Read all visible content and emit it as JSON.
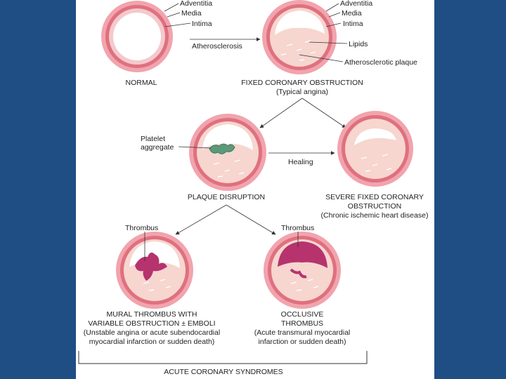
{
  "colors": {
    "background": "#1f4e85",
    "panel": "#ffffff",
    "adventitia": "#f1a4ad",
    "media": "#e0707f",
    "intima": "#f4c9cc",
    "plaque": "#f6d6cf",
    "thrombus": "#b6336e",
    "platelet": "#5a9a7a",
    "text": "#222222"
  },
  "labels": {
    "adventitia": "Adventitia",
    "media": "Media",
    "intima": "Intima",
    "lipids": "Lipids",
    "plaque": "Atherosclerotic plaque",
    "atherosclerosis": "Atherosclerosis",
    "platelet_line1": "Platelet",
    "platelet_line2": "aggregate",
    "healing": "Healing",
    "thrombus": "Thrombus"
  },
  "captions": {
    "normal": "NORMAL",
    "fixed_line1": "FIXED CORONARY OBSTRUCTION",
    "fixed_line2": "(Typical angina)",
    "disruption": "PLAQUE DISRUPTION",
    "severe_line1": "SEVERE FIXED CORONARY",
    "severe_line2": "OBSTRUCTION",
    "severe_line3": "(Chronic ischemic heart disease)",
    "mural_line1": "MURAL THROMBUS WITH",
    "mural_line2": "VARIABLE OBSTRUCTION ± EMBOLI",
    "mural_line3": "(Unstable angina or acute subendocardial",
    "mural_line4": "myocardial infarction or sudden death)",
    "occlusive_line1": "OCCLUSIVE",
    "occlusive_line2": "THROMBUS",
    "occlusive_line3": "(Acute transmural myocardial",
    "occlusive_line4": "infarction or sudden death)",
    "acs": "ACUTE CORONARY SYNDROMES"
  }
}
